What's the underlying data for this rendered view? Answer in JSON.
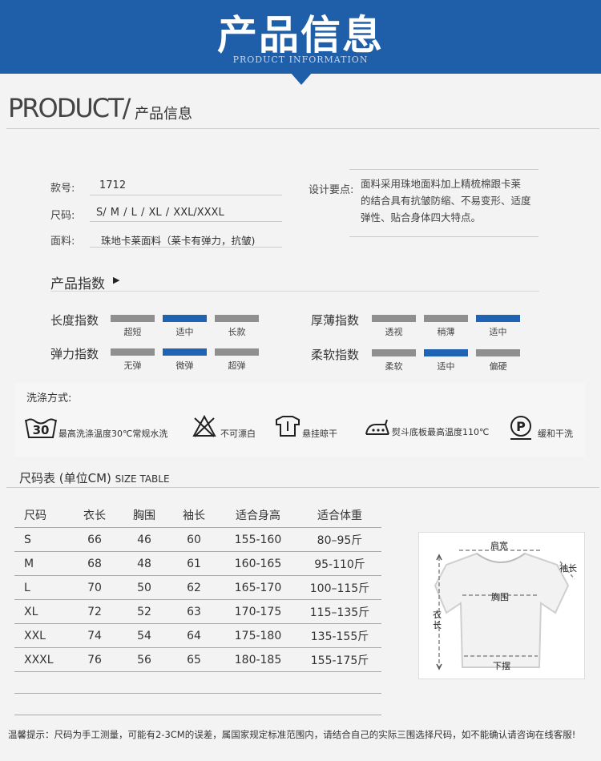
{
  "banner": {
    "title": "产品信息",
    "subtitle": "PRODUCT INFORMATION"
  },
  "product_heading": {
    "en": "PRODUCT/",
    "cn": "产品信息"
  },
  "info": {
    "style_no": {
      "label": "款号:",
      "value": "1712"
    },
    "size": {
      "label": "尺码:",
      "value": "S/ M / L / XL / XXL/XXXL"
    },
    "fabric": {
      "label": "面料:",
      "value": "珠地卡莱面料（莱卡有弹力，抗皱)"
    },
    "design": {
      "label": "设计要点:",
      "lines": [
        "面料采用珠地面料加上精梳棉跟卡莱",
        "的结合具有抗皱防缩、不易变形、适度",
        "弹性、贴合身体四大特点。"
      ]
    }
  },
  "index": {
    "title": "产品指数",
    "arrow": "▶",
    "groups": [
      {
        "label": "长度指数",
        "options": [
          "超短",
          "适中",
          "长款"
        ],
        "selected": 1
      },
      {
        "label": "厚薄指数",
        "options": [
          "透视",
          "稍薄",
          "适中"
        ],
        "selected": 2
      },
      {
        "label": "弹力指数",
        "options": [
          "无弹",
          "微弹",
          "超弹"
        ],
        "selected": 1
      },
      {
        "label": "柔软指数",
        "options": [
          "柔软",
          "适中",
          "偏硬"
        ],
        "selected": 1
      }
    ],
    "colors": {
      "selected": "#1f63b5",
      "unselected": "#8f8f8f"
    }
  },
  "washing": {
    "title": "洗涤方式:",
    "items": [
      {
        "icon": "wash-30-icon",
        "badge": "30",
        "text": "最高洗涤温度30℃常规水洗"
      },
      {
        "icon": "no-bleach-icon",
        "text": "不可漂白"
      },
      {
        "icon": "hang-dry-icon",
        "text": "悬挂晾干"
      },
      {
        "icon": "iron-icon",
        "text": "熨斗底板最高温度110℃"
      },
      {
        "icon": "dry-clean-p-icon",
        "badge": "P",
        "text": "缓和干洗"
      }
    ]
  },
  "size_table": {
    "title": "尺码表 (单位CM)",
    "title_en": "SIZE TABLE",
    "headers": [
      "尺码",
      "衣长",
      "胸围",
      "袖长",
      "适合身高",
      "适合体重"
    ],
    "rows": [
      [
        "S",
        "66",
        "46",
        "60",
        "155-160",
        "80–95斤"
      ],
      [
        "M",
        "68",
        "48",
        "61",
        "160-165",
        "95-110斤"
      ],
      [
        "L",
        "70",
        "50",
        "62",
        "165-170",
        "100–115斤"
      ],
      [
        "XL",
        "72",
        "52",
        "63",
        "170-175",
        "115–135斤"
      ],
      [
        "XXL",
        "74",
        "54",
        "64",
        "175-180",
        "135-155斤"
      ],
      [
        "XXXL",
        "76",
        "56",
        "65",
        "180-185",
        "155-175斤"
      ]
    ]
  },
  "diagram": {
    "shoulder": "肩宽",
    "sleeve": "袖长",
    "chest": "胸围",
    "length": "衣长",
    "hem": "下摆"
  },
  "footer": "温馨提示：尺码为手工测量，可能有2-3CM的误差，属国家规定标准范围内，请结合自己的实际三围选择尺码，如不能确认请咨询在线客服!",
  "brand_color": "#1f5ea8"
}
